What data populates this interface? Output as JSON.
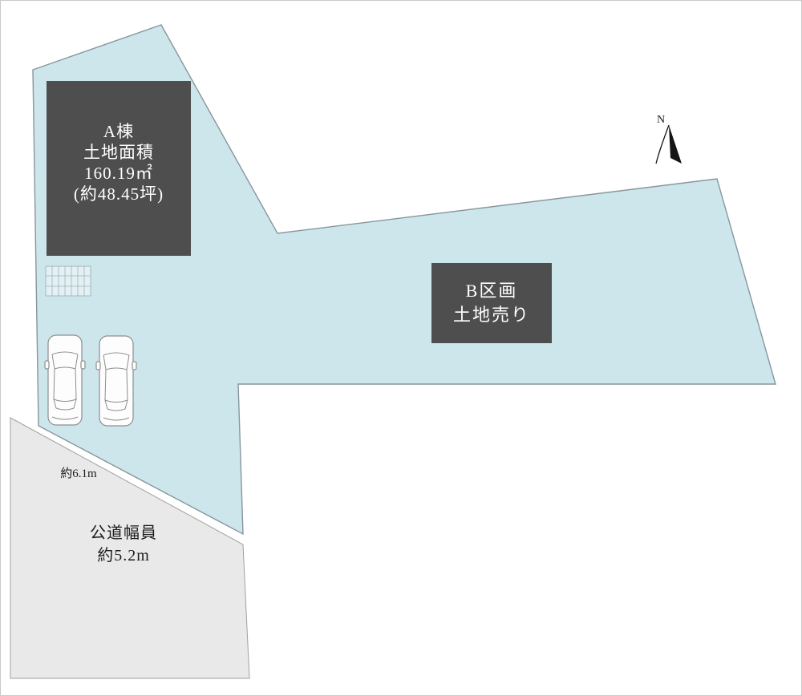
{
  "diagram": {
    "type": "land-plot-layout",
    "north_label": "N",
    "plot_a_box": {
      "line1": "A棟",
      "line2": "土地面積",
      "line3": "160.19㎡",
      "line4": "(約48.45坪)"
    },
    "plot_b_box": {
      "line1": "B区画",
      "line2": "土地売り"
    },
    "frontage_dimension": "約6.1m",
    "road_label": {
      "line1": "公道幅員",
      "line2": "約5.2m"
    },
    "colors": {
      "parcel_fill": "#cde6ec",
      "parcel_stroke": "#87969c",
      "road_fill": "#e9e9e9",
      "label_box_fill": "#4e4e4e",
      "label_box_text": "#ffffff"
    }
  }
}
